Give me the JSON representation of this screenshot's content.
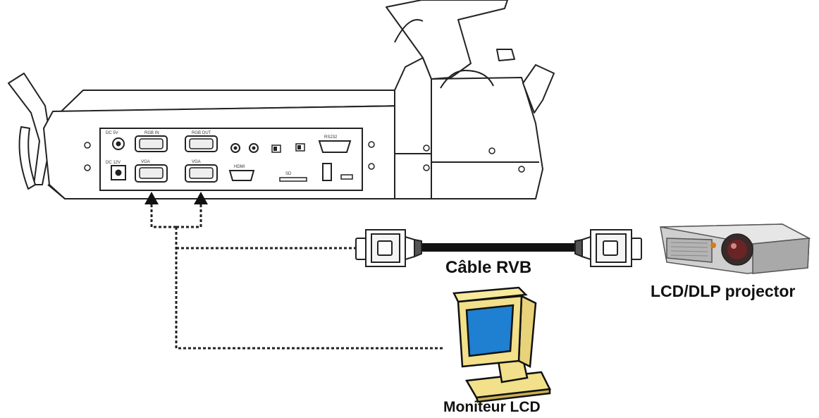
{
  "labels": {
    "cable": "Câble RVB",
    "projector": "LCD/DLP projector",
    "monitor": "Moniteur LCD"
  },
  "colors": {
    "line": "#222222",
    "monitor_screen": "#1f7fd0",
    "monitor_stand": "#f2e08a",
    "projector_body": "#c9c9c9",
    "projector_lens": "#5a1f1f"
  },
  "icons": {
    "device": "document-camera-icon",
    "projector": "projector-icon",
    "monitor": "lcd-monitor-icon",
    "cable": "vga-cable-icon"
  }
}
